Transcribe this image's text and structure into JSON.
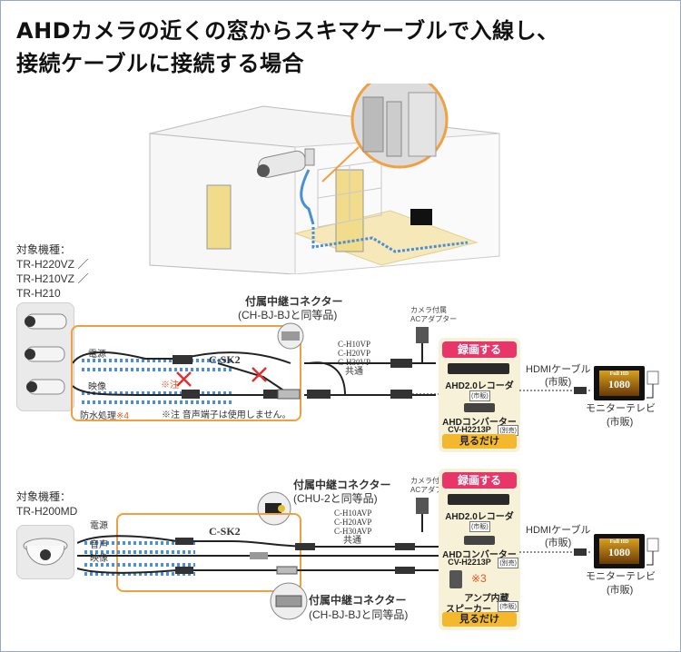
{
  "title_line1": "AHDカメラの近くの窓からスキマケーブルで入線し、",
  "title_line2": "接続ケーブルに接続する場合",
  "upper": {
    "target_label": "対象機種：",
    "models": [
      "TR-H220VZ ／",
      "TR-H210VZ ／",
      "TR-H210"
    ],
    "connector_title": "付属中継コネクター",
    "connector_sub": "(CH-BJ-BJと同等品)",
    "cable_name": "C-SK2",
    "power": "電源",
    "video": "映像",
    "waterproof": "防水処理",
    "waterproof_note": "※4",
    "note_mark": "※注",
    "note_text": "※注 音声端子は使用しません。",
    "ext_cables": [
      "C-H10VP",
      "C-H20VP",
      "C-H30VP"
    ],
    "common": "共通",
    "adapter": [
      "カメラ付属",
      "ACアダプター"
    ],
    "record": "録画する",
    "recorder": "AHD2.0レコーダー",
    "market": "(市販)",
    "converter": "AHDコンバーター",
    "converter_model": "CV-H2213P",
    "sold_separately": "(別売)",
    "watch_only": "見るだけ",
    "hdmi": "HDMIケーブル",
    "hdmi_market": "(市販)",
    "tv_badge": "Full HD",
    "tv_res": "1080",
    "tv_label": "モニターテレビ",
    "tv_market": "(市販)"
  },
  "lower": {
    "target_label": "対象機種：",
    "model": "TR-H200MD",
    "connector_top_title": "付属中継コネクター",
    "connector_top_sub": "(CHU-2と同等品)",
    "connector_bot_title": "付属中継コネクター",
    "connector_bot_sub": "(CH-BJ-BJと同等品)",
    "cable_name": "C-SK2",
    "power": "電源",
    "audio": "音声",
    "video": "映像",
    "ext_cables": [
      "C-H10AVP",
      "C-H20AVP",
      "C-H30AVP"
    ],
    "common": "共通",
    "adapter": [
      "カメラ付属",
      "ACアダプター"
    ],
    "record": "録画する",
    "recorder": "AHD2.0レコーダー",
    "market": "(市販)",
    "converter": "AHDコンバーター",
    "converter_model": "CV-H2213P",
    "sold_separately": "(別売)",
    "speaker": [
      "アンプ内蔵",
      "スピーカー"
    ],
    "speaker_market": "(市販)",
    "speaker_note": "※3",
    "watch_only": "見るだけ",
    "hdmi": "HDMIケーブル",
    "hdmi_market": "(市販)",
    "tv_badge": "Full HD",
    "tv_res": "1080",
    "tv_label": "モニターテレビ",
    "tv_market": "(市販)"
  },
  "colors": {
    "accent_orange": "#f0a040",
    "record_pink": "#e8356a",
    "watch_yellow": "#f4b82e",
    "cable_blue": "#4a8fd8"
  }
}
